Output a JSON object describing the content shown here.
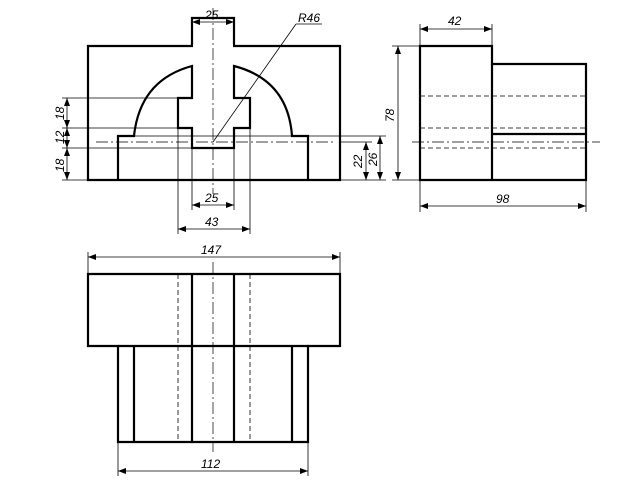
{
  "drawing": {
    "type": "orthographic-projection",
    "views": [
      "front",
      "side",
      "top"
    ],
    "front_view": {
      "dimensions": {
        "top_width": "25",
        "radius": "R46",
        "height_18_upper": "18",
        "height_12": "12",
        "height_18_lower": "18",
        "bottom_width": "25",
        "slot_width": "43",
        "height_22": "22",
        "height_26": "26"
      }
    },
    "side_view": {
      "dimensions": {
        "top_width": "42",
        "height": "78",
        "total_width": "98"
      }
    },
    "top_view": {
      "dimensions": {
        "total_width": "147",
        "base_width": "112"
      }
    }
  }
}
